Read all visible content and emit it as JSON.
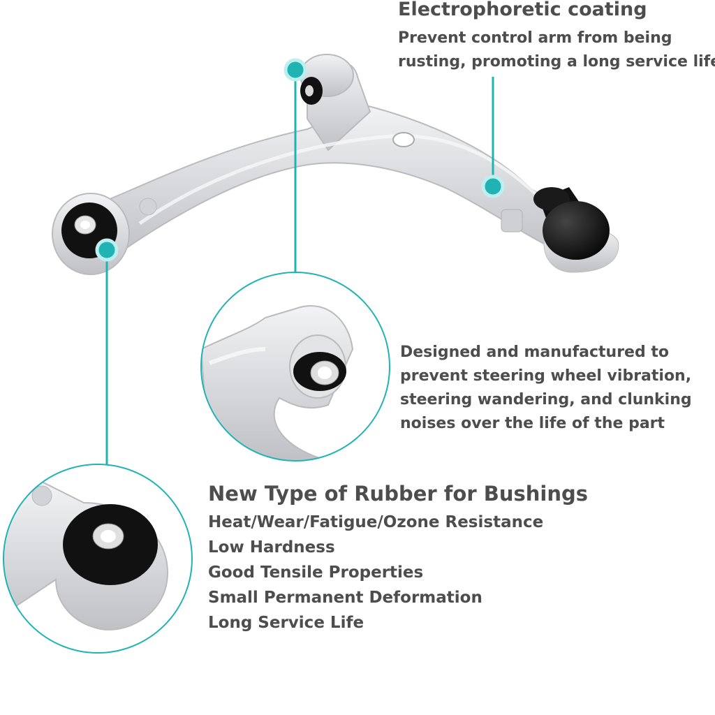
{
  "coating": {
    "title": "Electrophoretic coating",
    "lines": [
      "Prevent control arm from being",
      "rusting, promoting a long service life"
    ]
  },
  "vibration": {
    "lines": [
      "Designed and manufactured to",
      "prevent steering wheel vibration,",
      "steering wandering, and clunking",
      "noises over the life of the part"
    ]
  },
  "rubber": {
    "title": "New Type of Rubber for Bushings",
    "features": [
      "Heat/Wear/Fatigue/Ozone Resistance",
      "Low Hardness",
      "Good Tensile Properties",
      "Small Permanent Deformation",
      "Long Service Life"
    ]
  },
  "colors": {
    "accent": "#1fb3b3",
    "aluminum": "#dcdde0",
    "rubber": "#111111",
    "text": "#4d4d4d"
  }
}
